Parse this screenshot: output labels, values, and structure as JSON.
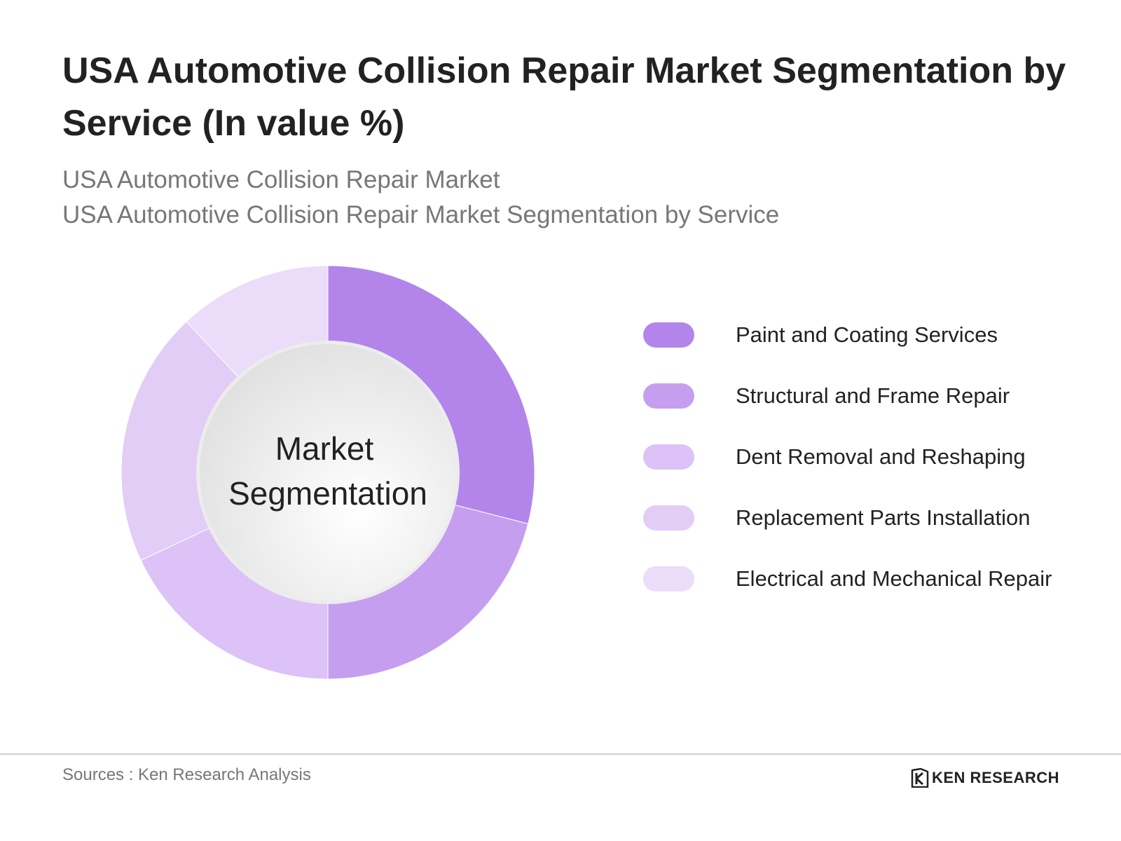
{
  "header": {
    "title": "USA Automotive Collision Repair Market Segmentation by Service (In value %)",
    "subtitle_line1": "USA Automotive Collision Repair Market",
    "subtitle_line2": "USA Automotive Collision Repair Market Segmentation by Service"
  },
  "chart_data": {
    "type": "pie",
    "center_label": [
      "Market",
      "Segmentation"
    ],
    "series": [
      {
        "label": "Paint and Coating Services",
        "value": 29,
        "color": "#b385eb"
      },
      {
        "label": "Structural and Frame Repair",
        "value": 21,
        "color": "#c69ef0"
      },
      {
        "label": "Dent Removal and Reshaping",
        "value": 18,
        "color": "#dcc2f6"
      },
      {
        "label": "Replacement Parts Installation",
        "value": 20,
        "color": "#e2cdf7"
      },
      {
        "label": "Electrical and Mechanical Repair",
        "value": 12,
        "color": "#ebdcfa"
      }
    ],
    "legend_position": "right"
  },
  "footer": {
    "source": "Sources : Ken Research Analysis",
    "brand": "KEN RESEARCH"
  }
}
